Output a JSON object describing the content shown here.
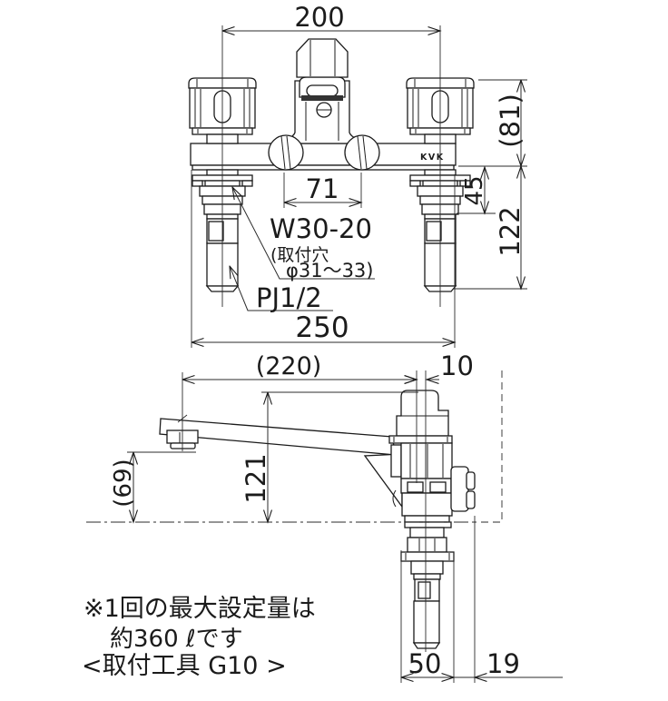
{
  "front_view": {
    "brand_logo": "KVK",
    "dim_handle_span": "200",
    "dim_height_above_deck": "(81)",
    "dim_screw_pitch": "71",
    "dim_shank_thread_length": "45",
    "dim_under_deck_depth": "122",
    "dim_total_width": "250",
    "label_mount_thread": "W30-20",
    "label_mount_hole_line1": "(取付穴",
    "label_mount_hole_line2": "φ31〜33)",
    "label_supply_thread": "PJ1/2"
  },
  "side_view": {
    "dim_spout_reach": "(220)",
    "dim_axis_offset": "10",
    "dim_total_height": "121",
    "dim_spout_clearance": "(69)",
    "dim_body_width": "50",
    "dim_rear_clearance": "19"
  },
  "notes": {
    "line1": "※1回の最大設定量は",
    "line2": "約360 ℓです",
    "line3": "<取付工具 G10 >"
  }
}
